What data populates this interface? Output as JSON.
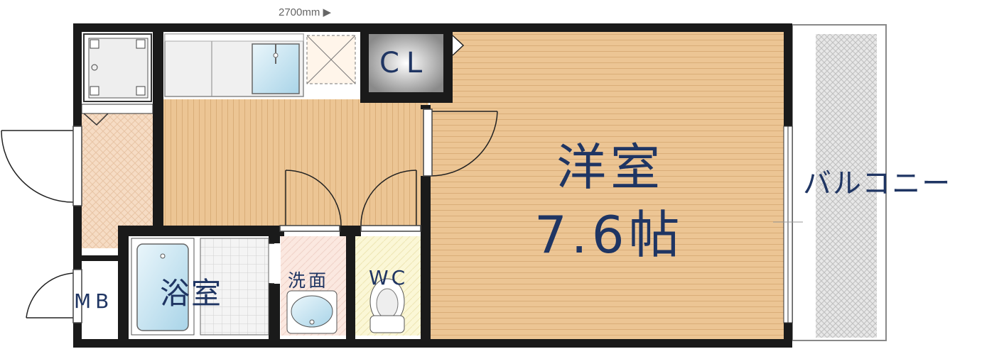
{
  "dimension_note": "2700mm ▶",
  "rooms": {
    "closet": "CL",
    "western_room": "洋室",
    "room_size": "7.6帖",
    "balcony": "バルコニー",
    "bathroom": "浴室",
    "washroom": "洗面",
    "toilet": "WC",
    "meter_box": "MB"
  },
  "colors": {
    "floor_wood": "#ecc594",
    "wall": "#1a1a1a",
    "text": "#1f3563",
    "balcony_hatch": "#c8c8c8"
  },
  "icons": [
    "washing-machine-icon",
    "kitchen-sink-icon",
    "fridge-space-icon",
    "bathtub-icon",
    "washbasin-icon",
    "toilet-icon",
    "door-swing-icon",
    "sliding-window-icon"
  ]
}
